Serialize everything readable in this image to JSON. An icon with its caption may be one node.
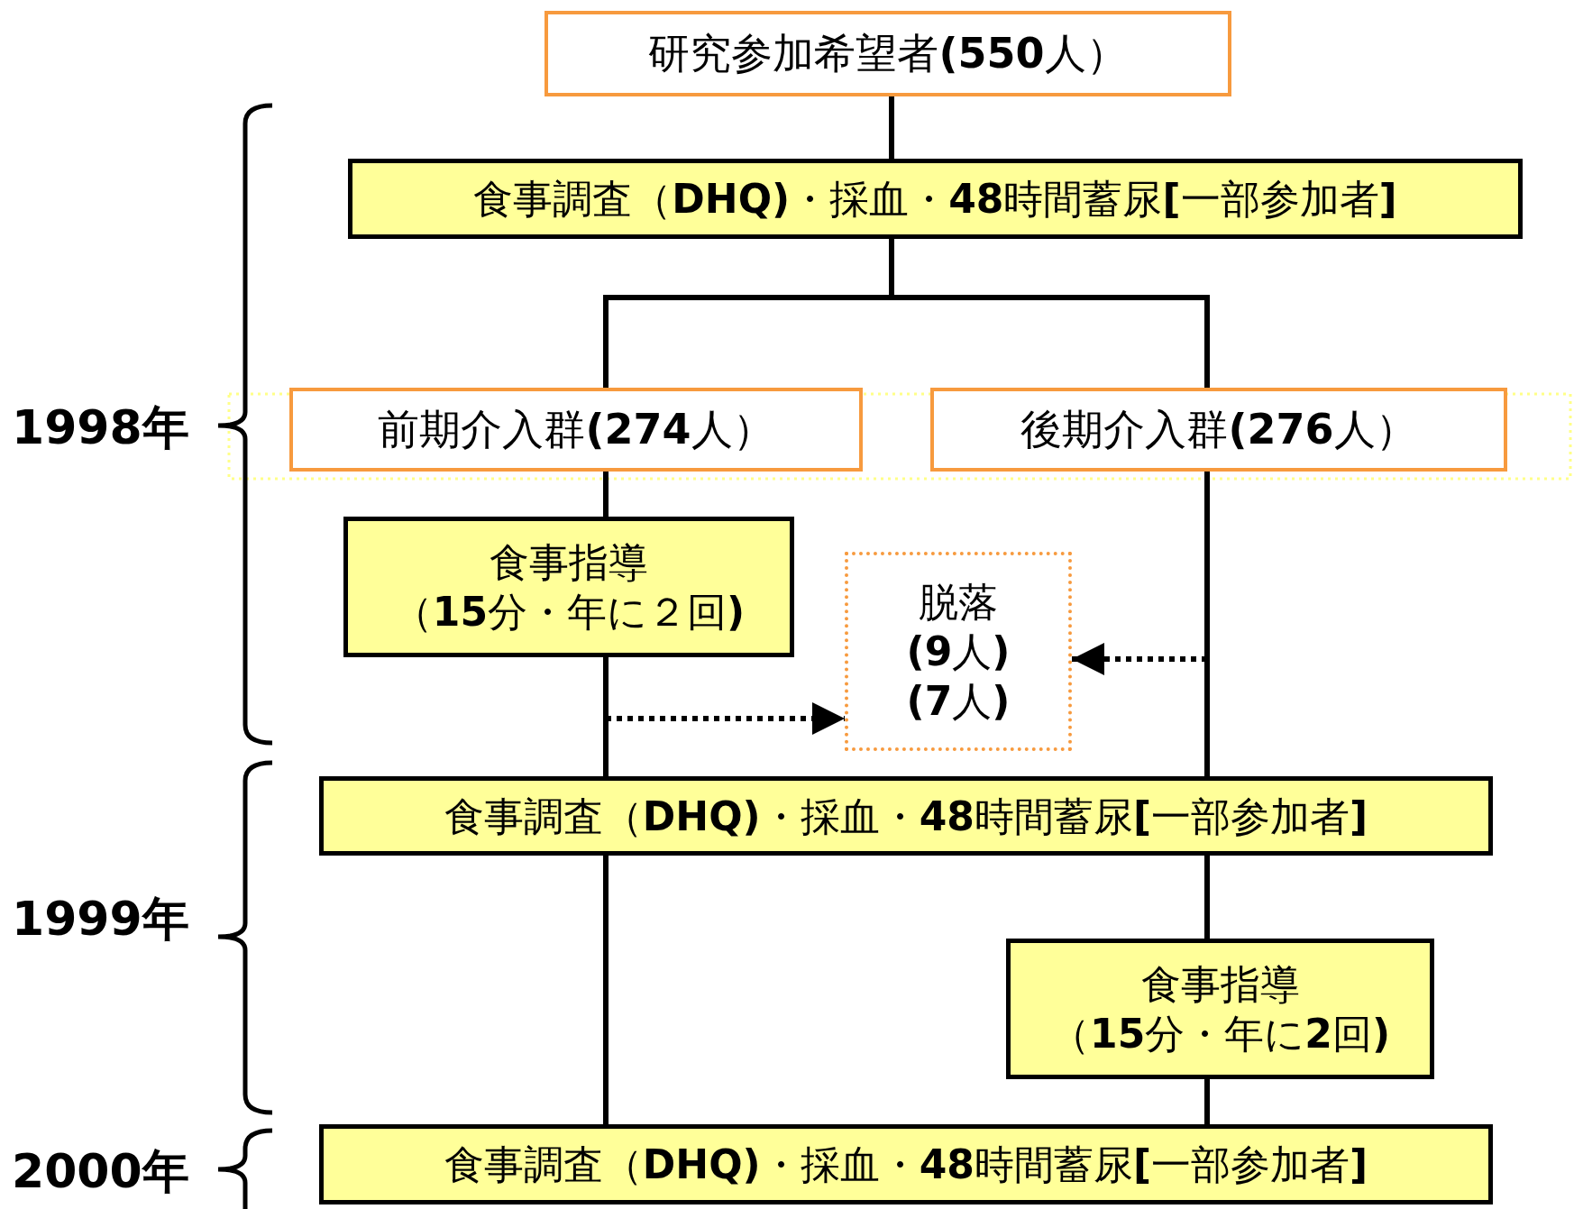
{
  "diagram": {
    "nodes": [
      {
        "text": [
          "研究参加希望者**(550**人）"
        ]
      },
      {
        "text": [
          "食事調査（**DHQ)**・採血・**48**時間蓄尿**[**一部参加者**]**"
        ]
      },
      {
        "text": [
          "前期介入群**(274**人）"
        ]
      },
      {
        "text": [
          "後期介入群**(276**人）"
        ]
      },
      {
        "text": [
          "食事指導",
          "（**15**分・年に２回**)**"
        ]
      },
      {
        "text": [
          "脱落",
          "**(9**人**)**",
          "**(7**人**)**"
        ]
      },
      {
        "text": [
          "食事調査（**DHQ)**・採血・**48**時間蓄尿**[**一部参加者**]**"
        ]
      },
      {
        "text": [
          "食事指導",
          "（**15**分・年に**2**回**)**"
        ]
      },
      {
        "text": [
          "食事調査（**DHQ)**・採血・**48**時間蓄尿**[**一部参加者**]**"
        ]
      }
    ],
    "edges": [
      {
        "from": 0,
        "to": 1,
        "arrow": "none"
      },
      {
        "from": 1,
        "to": 2,
        "arrow": "none"
      },
      {
        "from": 1,
        "to": 3,
        "arrow": "none"
      },
      {
        "from": 2,
        "to": 4,
        "arrow": "none"
      },
      {
        "from": 4,
        "to": 6,
        "arrow": "none"
      },
      {
        "from": 3,
        "to": 6,
        "arrow": "none"
      },
      {
        "from": 6,
        "to": 8,
        "arrow": "none"
      },
      {
        "from": 6,
        "to": 7,
        "arrow": "none"
      },
      {
        "from": 7,
        "to": 8,
        "arrow": "none"
      },
      {
        "from": null,
        "to": 5,
        "arrow": "to",
        "style": "dashed"
      },
      {
        "from": null,
        "to": 5,
        "arrow": "to",
        "style": "dashed"
      }
    ],
    "labels": [
      "**1998**年",
      "**1999**年",
      "**2000**年"
    ]
  }
}
